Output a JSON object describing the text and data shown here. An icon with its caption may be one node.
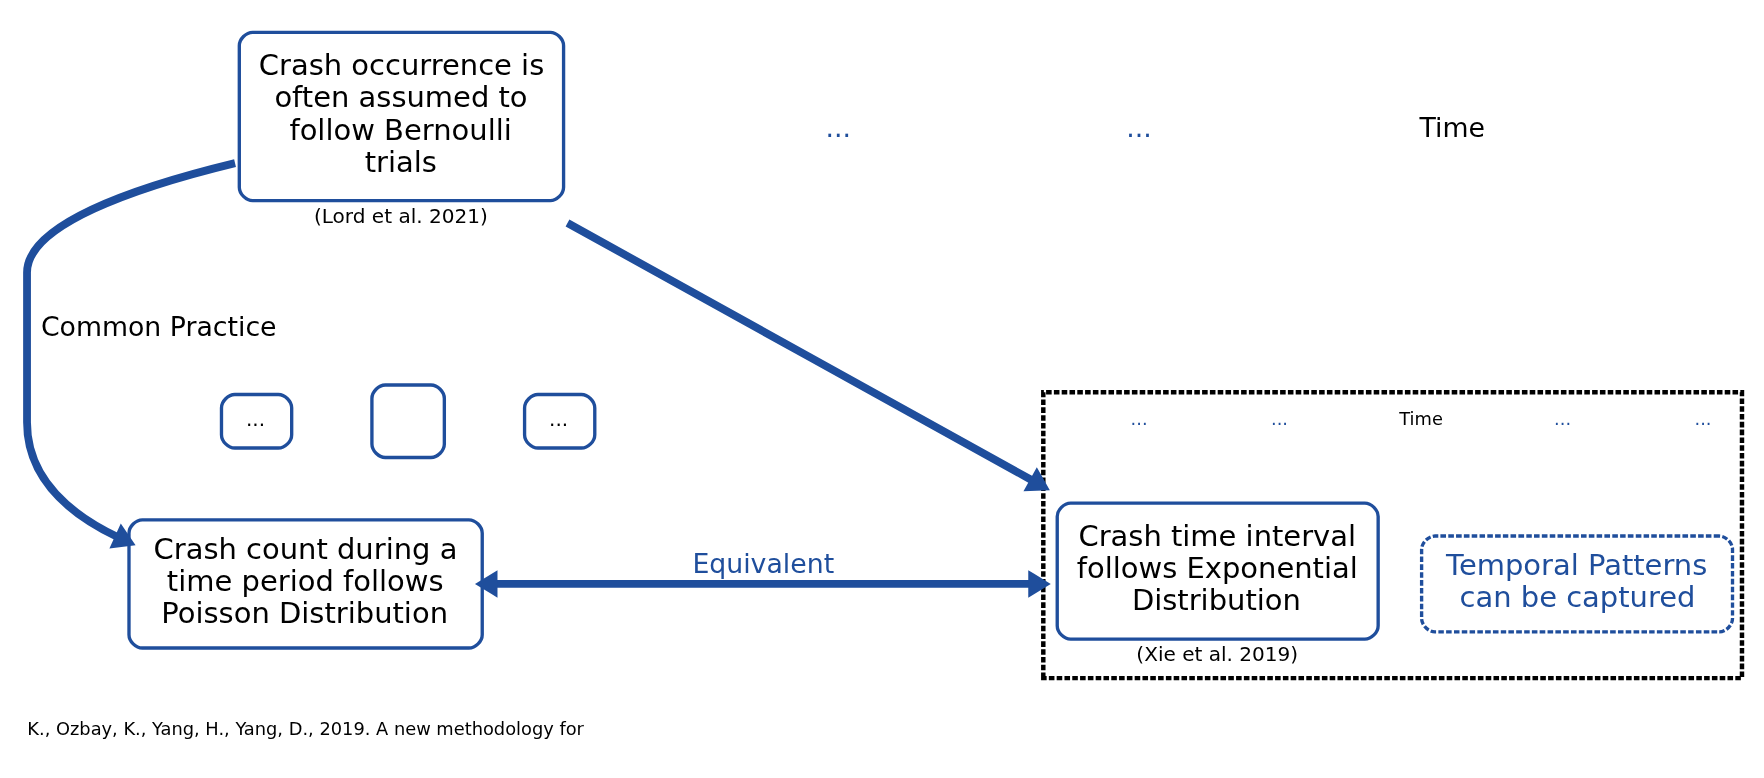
{
  "diagram": {
    "nodes": [
      {
        "text": [
          "Crash occurrence is often assumed to follow Bernoulli trials"
        ],
        "beside": [
          "(Lord et al. 2021)"
        ]
      },
      {
        "text": [
          "..."
        ]
      },
      {
        "text": [],
        "shape": "box"
      },
      {
        "text": [
          "..."
        ]
      },
      {
        "text": [
          "Crash count during a time period follows Poisson Distribution"
        ]
      },
      {
        "text": [],
        "shape": "box"
      },
      {
        "text": [
          "Crash time interval follows Exponential Distribution"
        ],
        "in": 5,
        "beside": [
          "(Xie et al. 2019)"
        ]
      },
      {
        "text": [
          "Temporal Patterns can be captured"
        ],
        "in": 5
      }
    ],
    "edges": [
      {
        "from": 0,
        "to": 4,
        "arrow": "to",
        "label": "Common Practice"
      },
      {
        "from": 0,
        "to": 5,
        "arrow": "to"
      },
      {
        "from": 4,
        "to": 5,
        "arrow": "both",
        "label": "Equivalent"
      }
    ],
    "labels": [
      "...",
      "...",
      "Time",
      "...",
      "...",
      "Time",
      "...",
      "...",
      "K., Ozbay, K., Yang, H., Yang, D., 2019. A new methodology for"
    ]
  }
}
